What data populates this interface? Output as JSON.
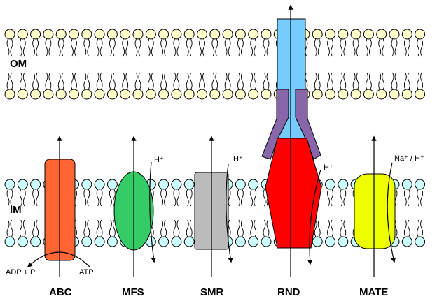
{
  "membranes": {
    "outer": {
      "label": "OM",
      "head_color": "#FFFFCC"
    },
    "inner": {
      "label": "IM",
      "head_color": "#CCFFFF"
    }
  },
  "transporters": {
    "abc": {
      "name": "ABC",
      "color": "#FF6633",
      "left_label": "ADP + Pi",
      "right_label": "ATP"
    },
    "mfs": {
      "name": "MFS",
      "color": "#33CC66",
      "ion": "H⁺"
    },
    "smr": {
      "name": "SMR",
      "color": "#BBBBBB",
      "ion": "H⁺"
    },
    "rnd": {
      "name": "RND",
      "color": "#FF0000",
      "channel_color": "#77CCFF",
      "adaptor_color": "#8866AA",
      "ion": "H⁺"
    },
    "mate": {
      "name": "MATE",
      "color": "#EEFF00",
      "ion": "Na⁺ / H⁺"
    }
  }
}
